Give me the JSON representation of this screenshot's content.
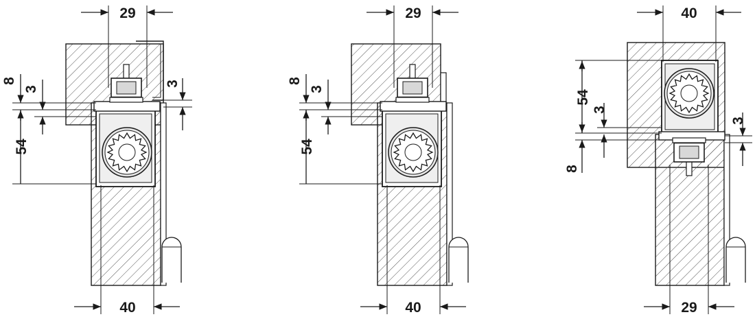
{
  "views": [
    {
      "top_width": "29",
      "bottom_width": "40",
      "left_dims": [
        "8",
        "3",
        "54"
      ],
      "right_dim": "3"
    },
    {
      "top_width": "29",
      "bottom_width": "40",
      "left_dims": [
        "8",
        "3",
        "54"
      ]
    },
    {
      "top_width": "40",
      "bottom_width": "29",
      "left_dims": [
        "54",
        "3",
        "8"
      ],
      "right_dim": "3"
    }
  ]
}
